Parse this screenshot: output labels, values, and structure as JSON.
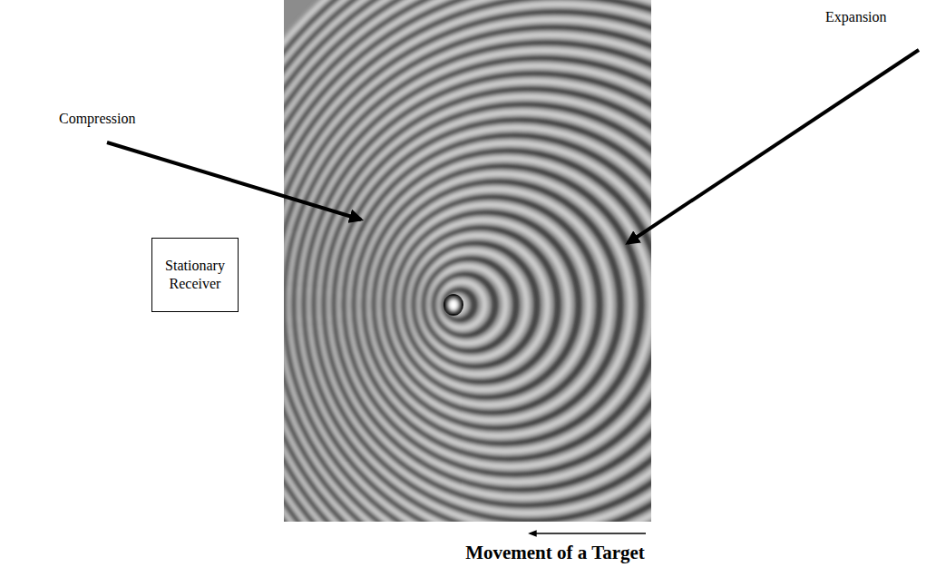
{
  "diagram": {
    "nodes": [
      {
        "text": [
          "Stationary Receiver"
        ]
      }
    ],
    "labels": [
      "Compression",
      "Expansion",
      "Movement of a Target"
    ]
  }
}
